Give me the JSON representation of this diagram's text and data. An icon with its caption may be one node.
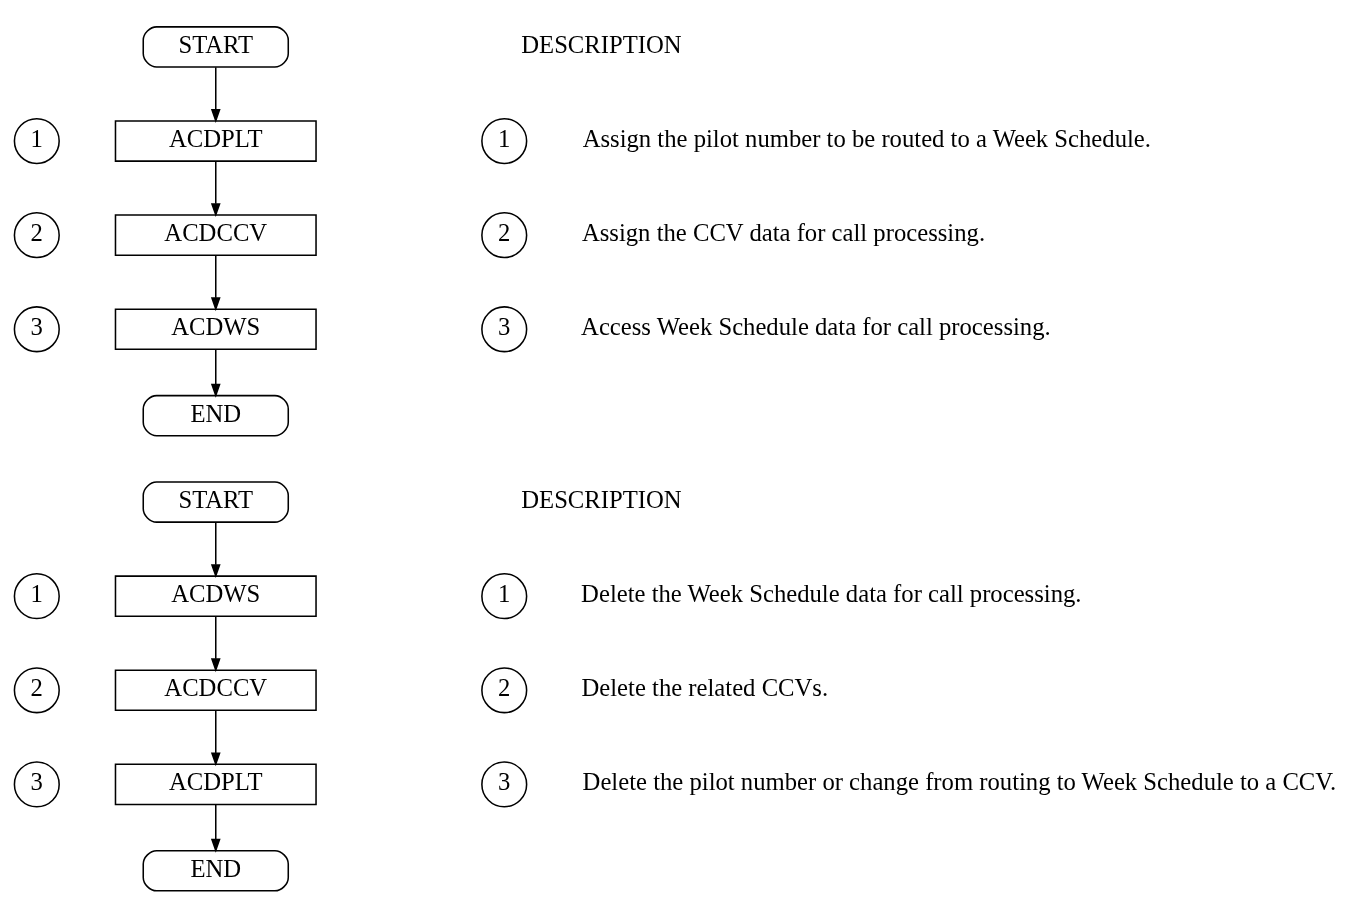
{
  "diagram": {
    "nodes": [
      {
        "text": [
          "START"
        ]
      },
      {
        "text": [
          "1"
        ]
      },
      {
        "text": [
          "ACDPLT"
        ]
      },
      {
        "text": [
          "2"
        ]
      },
      {
        "text": [
          "ACDCCV"
        ]
      },
      {
        "text": [
          "3"
        ]
      },
      {
        "text": [
          "ACDWS"
        ]
      },
      {
        "text": [
          "END"
        ]
      },
      {
        "text": [
          "1"
        ],
        "beside": [
          "Assign the pilot number to be routed to a Week Schedule."
        ]
      },
      {
        "text": [
          "2"
        ],
        "beside": [
          "Assign the CCV data for call processing."
        ]
      },
      {
        "text": [
          "3"
        ],
        "beside": [
          "Access Week Schedule data for call processing."
        ]
      },
      {
        "text": [
          "START"
        ]
      },
      {
        "text": [
          "1"
        ]
      },
      {
        "text": [
          "ACDWS"
        ]
      },
      {
        "text": [
          "2"
        ]
      },
      {
        "text": [
          "ACDCCV"
        ]
      },
      {
        "text": [
          "3"
        ]
      },
      {
        "text": [
          "ACDPLT"
        ]
      },
      {
        "text": [
          "END"
        ]
      },
      {
        "text": [
          "1"
        ],
        "beside": [
          "Delete the Week Schedule data for call processing."
        ]
      },
      {
        "text": [
          "2"
        ],
        "beside": [
          "Delete the related CCVs."
        ]
      },
      {
        "text": [
          "3"
        ],
        "beside": [
          "Delete the pilot number or change from routing to Week Schedule to a CCV."
        ]
      }
    ],
    "edges": [
      {
        "from": 0,
        "to": 2,
        "arrow": "to"
      },
      {
        "from": 2,
        "to": 4,
        "arrow": "to"
      },
      {
        "from": 4,
        "to": 6,
        "arrow": "to"
      },
      {
        "from": 6,
        "to": 7,
        "arrow": "to"
      },
      {
        "from": 11,
        "to": 13,
        "arrow": "to"
      },
      {
        "from": 13,
        "to": 15,
        "arrow": "to"
      },
      {
        "from": 15,
        "to": 17,
        "arrow": "to"
      },
      {
        "from": 17,
        "to": 18,
        "arrow": "to"
      }
    ],
    "labels": [
      "DESCRIPTION",
      "DESCRIPTION"
    ]
  }
}
